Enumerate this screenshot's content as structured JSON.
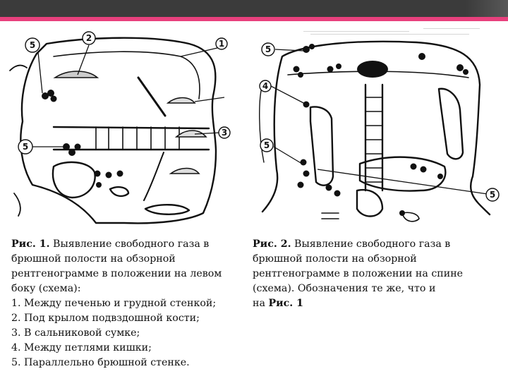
{
  "colors": {
    "topbar": "#3b3b3b",
    "accent_stripe": "#e8407d",
    "ink": "#111111"
  },
  "figure1": {
    "callouts": [
      "5",
      "2",
      "1",
      "5",
      "3"
    ]
  },
  "figure2": {
    "callouts": [
      "5",
      "4",
      "5",
      "5"
    ]
  },
  "caption1": {
    "label": "Рис. 1.",
    "title_line1": " Выявление свободного газа в",
    "lines": [
      "брюшной полости на обзорной",
      "рентгенограмме в положении на левом",
      "боку (схема):",
      "1. Между печенью и грудной стенкой;",
      "2. Под крылом подвздошной кости;",
      "3. В сальниковой сумке;",
      "4. Между петлями кишки;",
      "5. Параллельно брюшной стенке."
    ]
  },
  "caption2": {
    "label": "Рис. 2.",
    "title_line1": " Выявление свободного газа в",
    "lines": [
      "брюшной полости на обзорной",
      "рентгенограмме в положении на спине",
      "(схема). Обозначения те же, что и"
    ],
    "last_prefix": "на ",
    "last_label": "Рис. 1"
  }
}
